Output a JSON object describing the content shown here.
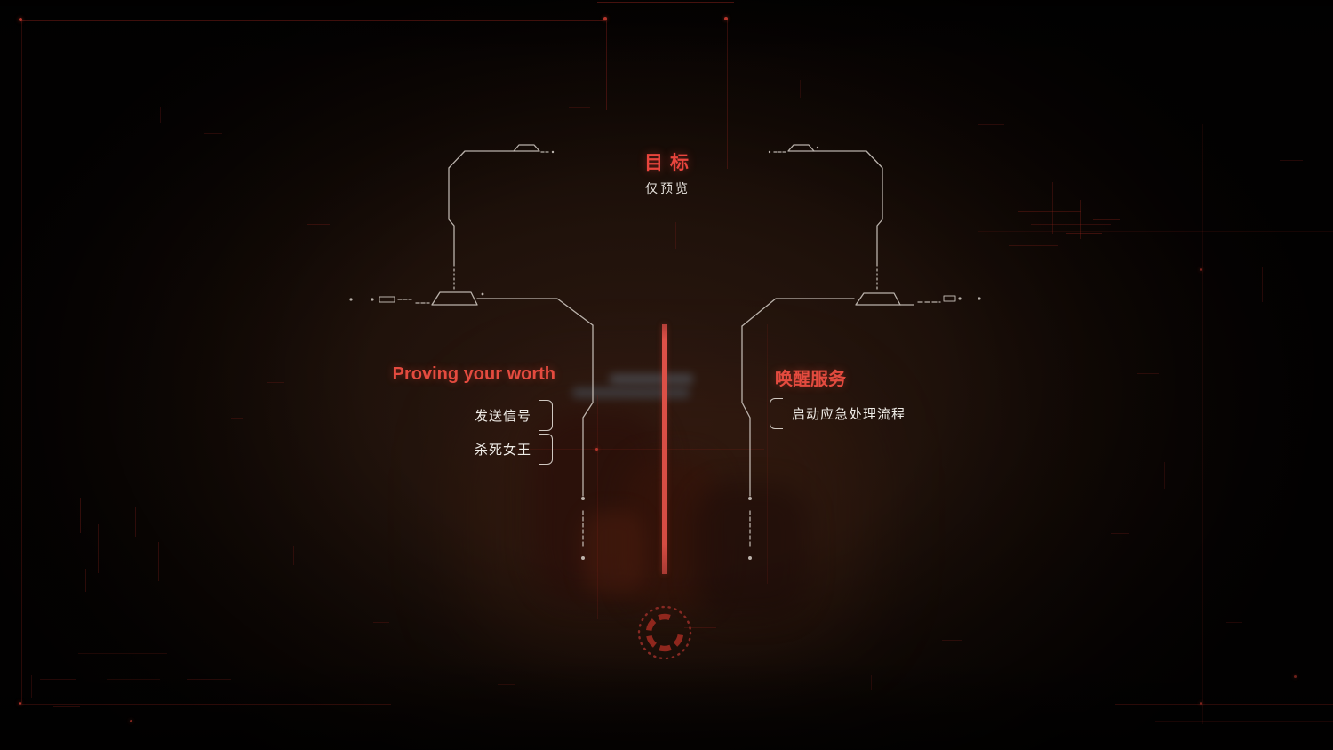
{
  "colors": {
    "accent_red": "#e8453d",
    "divider_red": "#d54c43",
    "spinner_dim_red": "#8e2a23",
    "task_text_white": "#efece7",
    "circuit_line": "#d6cfc8",
    "grid_hairline_red": "#8a211b"
  },
  "objectives_header": {
    "title": "目标",
    "subtitle": "仅预览"
  },
  "left_group": {
    "title": "Proving your worth",
    "tasks": [
      {
        "label": "发送信号"
      },
      {
        "label": "杀死女王"
      }
    ]
  },
  "right_group": {
    "title": "唤醒服务",
    "tasks": [
      {
        "label": "启动应急处理流程"
      }
    ]
  },
  "icons": {
    "progress_spinner": "dashed-ring-spinner-icon"
  }
}
